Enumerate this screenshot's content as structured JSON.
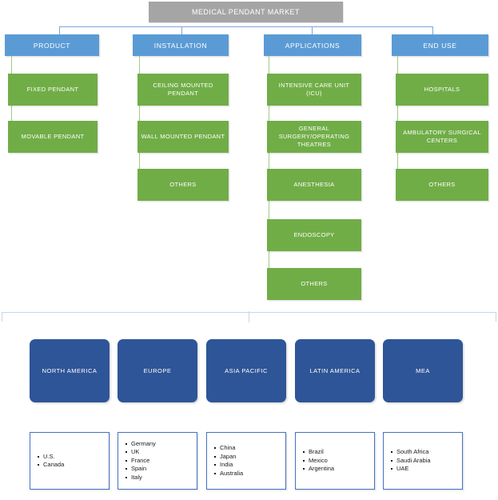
{
  "title": "MEDICAL PENDANT MARKET",
  "segments": [
    {
      "header": "PRODUCT",
      "items": [
        "FIXED PENDANT",
        "MOVABLE PENDANT"
      ]
    },
    {
      "header": "INSTALLATION",
      "items": [
        "CEILING MOUNTED PENDANT",
        "WALL MOUNTED PENDANT",
        "OTHERS"
      ]
    },
    {
      "header": "APPLICATIONS",
      "items": [
        "INTENSIVE CARE UNIT (ICU)",
        "GENERAL SURGERY/OPERATING THEATRES",
        "ANESTHESIA",
        "ENDOSCOPY",
        "OTHERS"
      ]
    },
    {
      "header": "END USE",
      "items": [
        "HOSPITALS",
        "AMBULATORY SURGICAL CENTERS",
        "OTHERS"
      ]
    }
  ],
  "regions": [
    {
      "name": "NORTH AMERICA",
      "countries": [
        "U.S.",
        "Canada"
      ]
    },
    {
      "name": "EUROPE",
      "countries": [
        "Germany",
        "UK",
        "France",
        "Spain",
        "Italy"
      ]
    },
    {
      "name": "ASIA PACIFIC",
      "countries": [
        "China",
        "Japan",
        "India",
        "Australia"
      ]
    },
    {
      "name": "LATIN AMERICA",
      "countries": [
        "Brazil",
        "Mexico",
        "Argentina"
      ]
    },
    {
      "name": "MEA",
      "countries": [
        "South Africa",
        "Saudi Arabia",
        "UAE"
      ]
    }
  ],
  "colors": {
    "title_gray": "#a5a5a5",
    "header_blue": "#5b9bd5",
    "leaf_green": "#70ad47",
    "region_blue": "#2e5597",
    "country_border": "#4472c4"
  }
}
